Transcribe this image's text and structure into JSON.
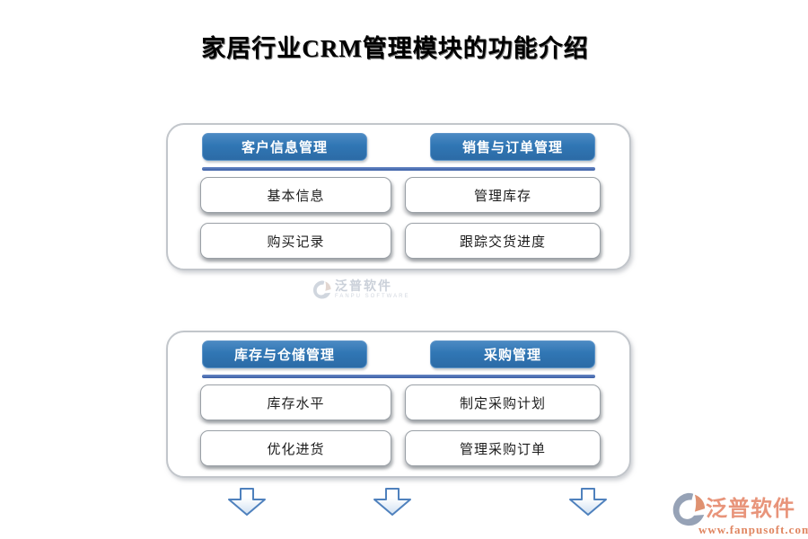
{
  "title": "家居行业CRM管理模块的功能介绍",
  "panels": [
    {
      "columns": [
        {
          "header": "客户信息管理",
          "items": [
            "基本信息",
            "购买记录"
          ]
        },
        {
          "header": "销售与订单管理",
          "items": [
            "管理库存",
            "跟踪交货进度"
          ]
        }
      ]
    },
    {
      "columns": [
        {
          "header": "库存与仓储管理",
          "items": [
            "库存水平",
            "优化进货"
          ]
        },
        {
          "header": "采购管理",
          "items": [
            "制定采购计划",
            "管理采购订单"
          ]
        }
      ]
    }
  ],
  "watermark": {
    "brand": "泛普软件",
    "subtitle": "FANPU SOFTWARE"
  },
  "footer": {
    "brand": "泛普软件",
    "url": "www.fanpusoft.com"
  },
  "icons": {
    "arrow": "arrow-down-icon",
    "logo": "fanpu-logo-icon"
  },
  "colors": {
    "header_blue": "#3076b4",
    "divider_blue": "#3f64ab",
    "arrow_blue": "#4f81bd",
    "brand_coral": "#e8947a",
    "url_coral": "#e08560"
  }
}
